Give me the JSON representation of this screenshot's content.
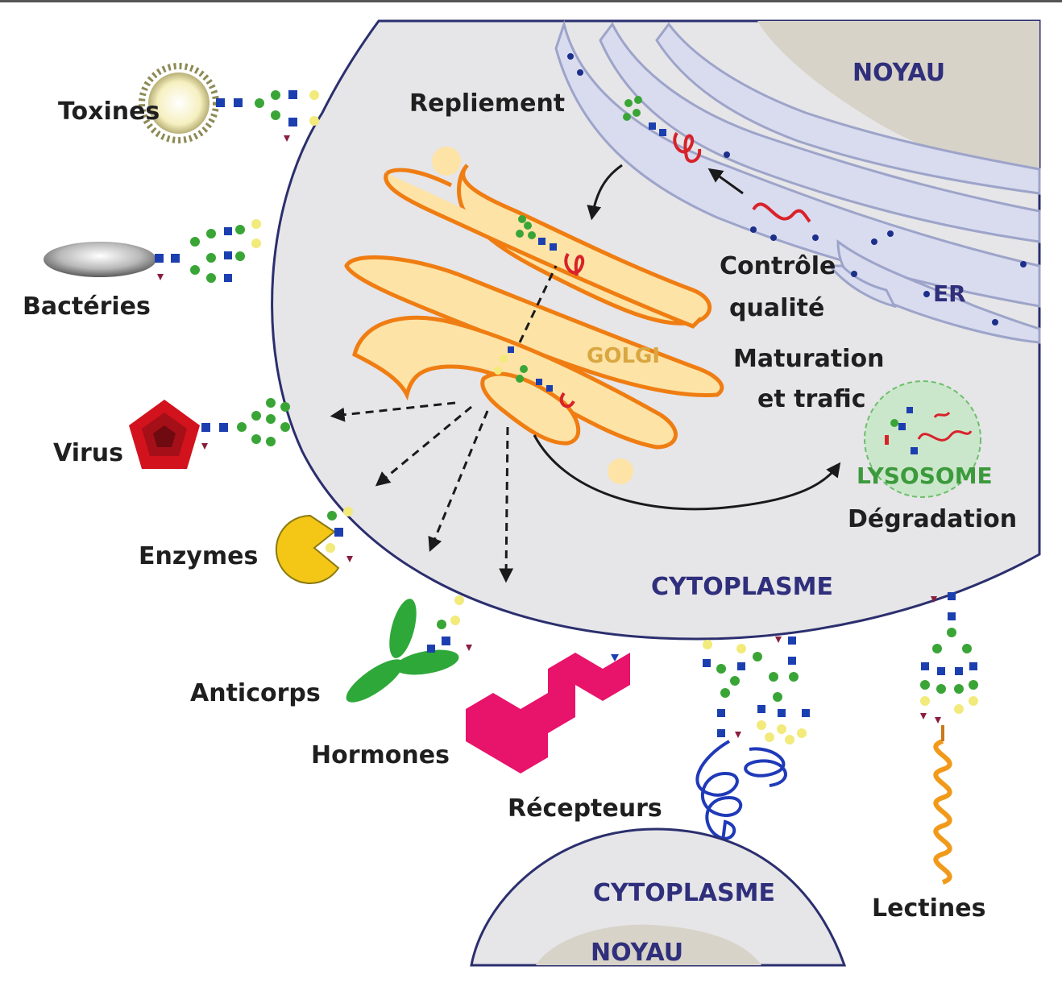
{
  "labels": {
    "noyau_top": "NOYAU",
    "repliement": "Repliement",
    "controle_line1": "Contrôle",
    "controle_line2": "qualité",
    "er": "ER",
    "golgi": "GOLGI",
    "maturation_line1": "Maturation",
    "maturation_line2": "et trafic",
    "lysosome": "LYSOSOME",
    "degradation": "Dégradation",
    "cytoplasme_main": "CYTOPLASME",
    "toxines": "Toxines",
    "bacteries": "Bactéries",
    "virus": "Virus",
    "enzymes": "Enzymes",
    "anticorps": "Anticorps",
    "hormones": "Hormones",
    "recepteurs": "Récepteurs",
    "lectines": "Lectines",
    "cytoplasme_bottom": "CYTOPLASME",
    "noyau_bottom": "NOYAU"
  },
  "colors": {
    "cell_fill": "#e6e5e8",
    "cell_border": "#2b2f6e",
    "nucleus": "#d7d3c8",
    "er_fill": "#d9dbef",
    "er_stroke": "#9da4c9",
    "golgi_fill": "#fde3a6",
    "golgi_edge": "#ef7d12",
    "lysosome": "#cbe7cb",
    "blue_square": "#1c3fb0",
    "green_circle": "#3aa537",
    "yellow_circle": "#f2ea7a",
    "red_protein": "#d8222a",
    "virus": "#d2121d",
    "enzyme": "#f4c616",
    "antibody": "#2fa83a",
    "hormone": "#e8136b",
    "lectin": "#f19a1a",
    "receptor": "#1f3ab8"
  },
  "icons": [
    "toxin-icon",
    "bacterium-icon",
    "virus-icon",
    "enzyme-icon",
    "antibody-icon",
    "hormone-icon",
    "receptor-icon",
    "lectin-icon",
    "glycan-icon"
  ]
}
